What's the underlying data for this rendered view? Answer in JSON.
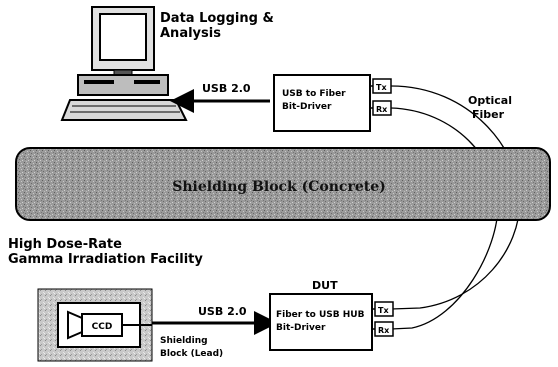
{
  "computer": {
    "label_line1": "Data Logging &",
    "label_line2": "Analysis"
  },
  "top_link": {
    "usb_label": "USB 2.0"
  },
  "top_driver": {
    "line1": "USB to Fiber",
    "line2": "Bit-Driver",
    "tx": "Tx",
    "rx": "Rx"
  },
  "fiber": {
    "label_line1": "Optical",
    "label_line2": "Fiber"
  },
  "shielding_block": {
    "label": "Shielding Block (Concrete)"
  },
  "facility": {
    "line1": "High Dose-Rate",
    "line2": "Gamma Irradiation Facility"
  },
  "dut": {
    "label": "DUT",
    "line1": "Fiber to USB HUB",
    "line2": "Bit-Driver",
    "tx": "Tx",
    "rx": "Rx"
  },
  "bottom_link": {
    "usb_label": "USB 2.0"
  },
  "ccd": {
    "label": "CCD",
    "shield_line1": "Shielding",
    "shield_line2": "Block (Lead)"
  }
}
